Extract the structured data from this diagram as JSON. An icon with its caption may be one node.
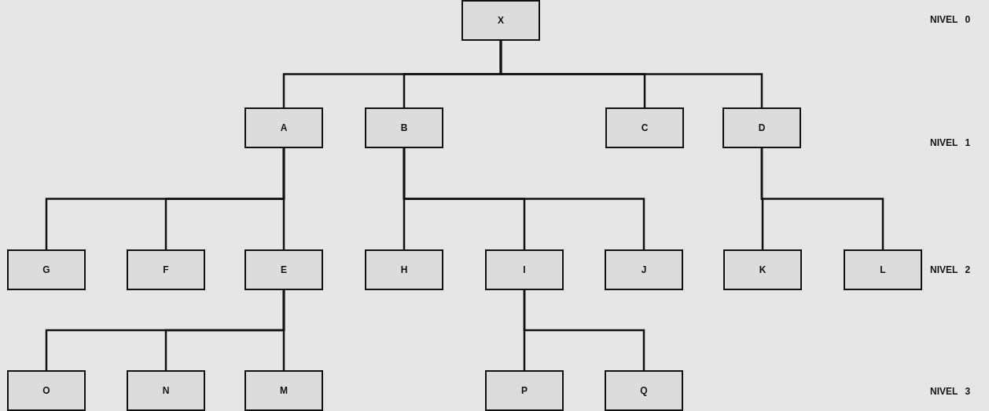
{
  "diagram": {
    "nodes": [
      {
        "text": [
          "X"
        ]
      },
      {
        "text": [
          "A"
        ]
      },
      {
        "text": [
          "B"
        ]
      },
      {
        "text": [
          "C"
        ]
      },
      {
        "text": [
          "D"
        ]
      },
      {
        "text": [
          "G"
        ]
      },
      {
        "text": [
          "F"
        ]
      },
      {
        "text": [
          "E"
        ]
      },
      {
        "text": [
          "H"
        ]
      },
      {
        "text": [
          "I"
        ]
      },
      {
        "text": [
          "J"
        ]
      },
      {
        "text": [
          "K"
        ]
      },
      {
        "text": [
          "L"
        ]
      },
      {
        "text": [
          "O"
        ]
      },
      {
        "text": [
          "N"
        ]
      },
      {
        "text": [
          "M"
        ]
      },
      {
        "text": [
          "P"
        ]
      },
      {
        "text": [
          "Q"
        ]
      }
    ],
    "edges": [
      {
        "from": 0,
        "to": 1,
        "arrow": "none"
      },
      {
        "from": 0,
        "to": 2,
        "arrow": "none"
      },
      {
        "from": 0,
        "to": 3,
        "arrow": "none"
      },
      {
        "from": 0,
        "to": 4,
        "arrow": "none"
      },
      {
        "from": 1,
        "to": 5,
        "arrow": "none"
      },
      {
        "from": 1,
        "to": 6,
        "arrow": "none"
      },
      {
        "from": 1,
        "to": 7,
        "arrow": "none"
      },
      {
        "from": 2,
        "to": 8,
        "arrow": "none"
      },
      {
        "from": 2,
        "to": 9,
        "arrow": "none"
      },
      {
        "from": 2,
        "to": 10,
        "arrow": "none"
      },
      {
        "from": 4,
        "to": 11,
        "arrow": "none"
      },
      {
        "from": 4,
        "to": 12,
        "arrow": "none"
      },
      {
        "from": 7,
        "to": 13,
        "arrow": "none"
      },
      {
        "from": 7,
        "to": 14,
        "arrow": "none"
      },
      {
        "from": 7,
        "to": 15,
        "arrow": "none"
      },
      {
        "from": 9,
        "to": 16,
        "arrow": "none"
      },
      {
        "from": 9,
        "to": 17,
        "arrow": "none"
      }
    ],
    "labels": [
      "NIVEL 0",
      "NIVEL 1",
      "NIVEL 2",
      "NIVEL 3"
    ]
  }
}
